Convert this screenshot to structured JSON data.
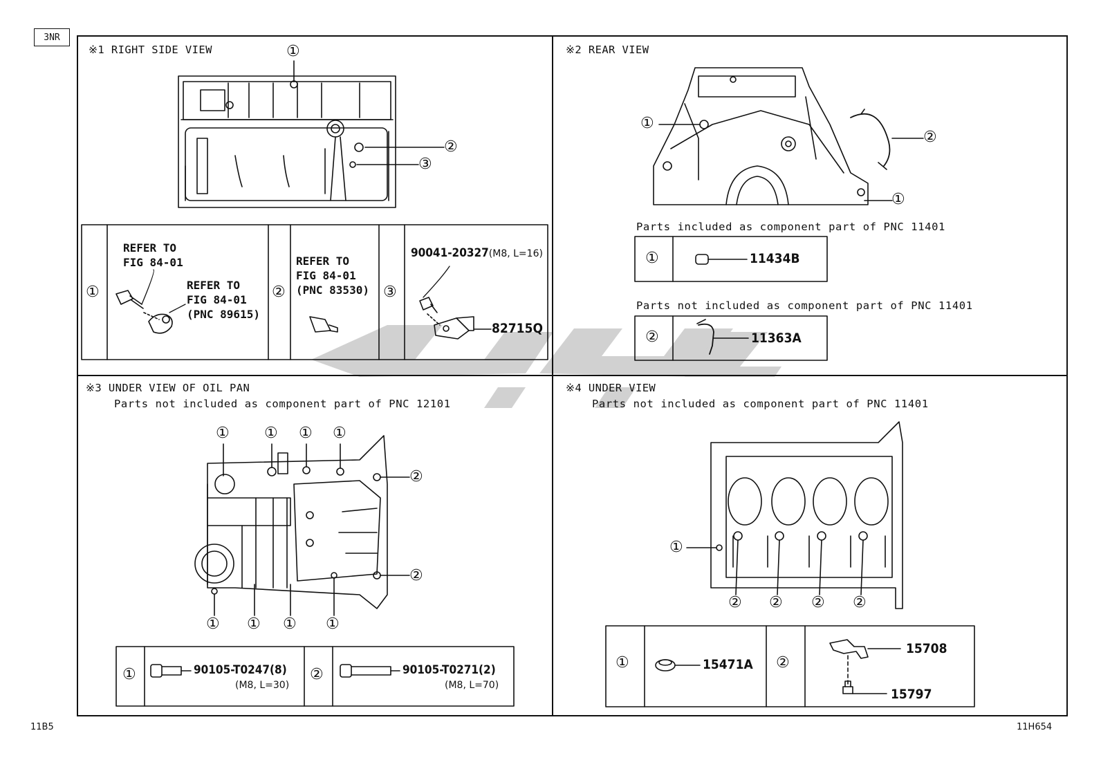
{
  "model_tag": "3NR",
  "figure_code_left": "11B5",
  "figure_code_right": "11H654",
  "watermark": "ﺗﻜﻴﻪ",
  "callout_labels": [
    "①",
    "②",
    "③"
  ],
  "panel1": {
    "title": "※1 RIGHT SIDE VIEW",
    "table": {
      "row1_ref_a": "REFER TO\nFIG 84-01",
      "row1_ref_b": "REFER TO\nFIG 84-01\n(PNC 89615)",
      "row2_ref": "REFER TO\nFIG 84-01\n(PNC 83530)",
      "row3_part": "90041-20327",
      "row3_spec": "(M8, L=16)",
      "row3_part2": "82715Q"
    }
  },
  "panel2": {
    "title": "※2 REAR VIEW",
    "note_included": "Parts included as component part of PNC 11401",
    "note_not_included": "Parts not included as component part of PNC 11401",
    "part1": "11434B",
    "part2": "11363A"
  },
  "panel3": {
    "title": "※3 UNDER VIEW OF OIL PAN",
    "note": "Parts not included as component part of PNC 12101",
    "part1": "90105-T0247(8)",
    "part1_spec": "(M8, L=30)",
    "part2": "90105-T0271(2)",
    "part2_spec": "(M8, L=70)"
  },
  "panel4": {
    "title": "※4 UNDER VIEW",
    "note": "Parts not included as component part of PNC 11401",
    "part1": "15471A",
    "part2a": "15708",
    "part2b": "15797"
  }
}
